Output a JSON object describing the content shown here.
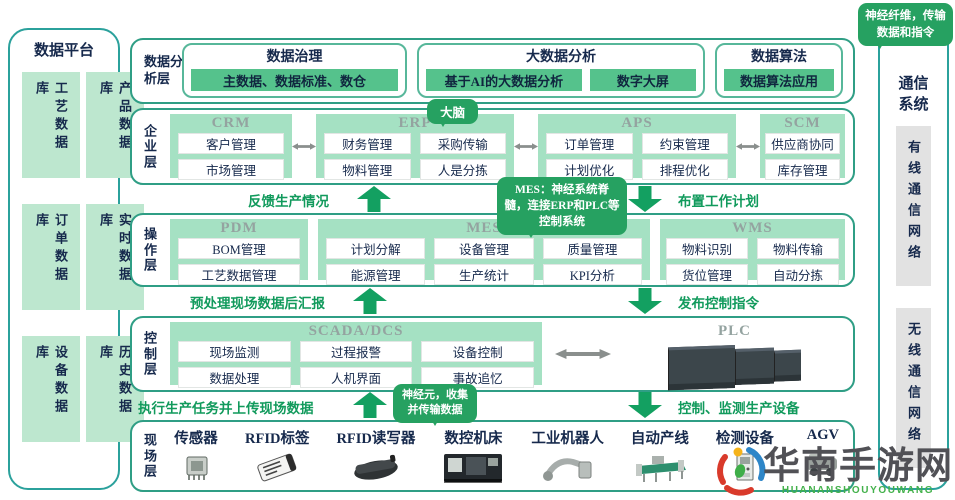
{
  "left_panel": {
    "title": "数据平台",
    "databases": [
      "工艺数据库",
      "产品数据库",
      "订单数据库",
      "实时数据库",
      "设备数据库",
      "历史数据库"
    ]
  },
  "right_panel": {
    "title": "通信系统",
    "networks": [
      "有线通信网络",
      "无线通信网络"
    ]
  },
  "bubbles": {
    "nerve_fiber": "神经纤维，传输数据和指令",
    "brain": "大脑",
    "mes_note": "MES：神经系统脊髓，连接ERP和PLC等控制系统",
    "neuron": "神经元，收集并传输数据"
  },
  "flows": {
    "feedback_up": "反馈生产情况",
    "plan_down": "布置工作计划",
    "report_up": "预处理现场数据后汇报",
    "command_down": "发布控制指令",
    "execute_up": "执行生产任务并上传现场数据",
    "monitor_down": "控制、监测生产设备"
  },
  "layers": {
    "analysis": {
      "label": "数据分析层",
      "groups": [
        {
          "title": "数据治理",
          "chips": [
            "主数据、数据标准、数仓"
          ]
        },
        {
          "title": "大数据分析",
          "chips": [
            "基于AI的大数据分析",
            "数字大屏"
          ]
        },
        {
          "title": "数据算法",
          "chips": [
            "数据算法应用"
          ]
        }
      ]
    },
    "enterprise": {
      "label": "企业层",
      "systems": [
        {
          "title": "CRM",
          "items": [
            "客户管理",
            "市场管理"
          ]
        },
        {
          "title": "ERP",
          "items": [
            "财务管理",
            "采购传输",
            "物料管理",
            "人是分拣"
          ]
        },
        {
          "title": "APS",
          "items": [
            "订单管理",
            "约束管理",
            "计划优化",
            "排程优化"
          ]
        },
        {
          "title": "SCM",
          "items": [
            "供应商协同",
            "库存管理"
          ]
        }
      ]
    },
    "operation": {
      "label": "操作层",
      "systems": [
        {
          "title": "PDM",
          "items": [
            "BOM管理",
            "工艺数据管理"
          ]
        },
        {
          "title": "MES",
          "items": [
            "计划分解",
            "设备管理",
            "质量管理",
            "能源管理",
            "生产统计",
            "KPI分析"
          ]
        },
        {
          "title": "WMS",
          "items": [
            "物料识别",
            "物料传输",
            "货位管理",
            "自动分拣"
          ]
        }
      ]
    },
    "control": {
      "label": "控制层",
      "scada": {
        "title": "SCADA/DCS",
        "items": [
          "现场监测",
          "过程报警",
          "设备控制",
          "数据处理",
          "人机界面",
          "事故追忆"
        ]
      },
      "plc": {
        "title": "PLC"
      }
    },
    "field": {
      "label": "现场层",
      "devices": [
        "传感器",
        "RFID标签",
        "RFID读写器",
        "数控机床",
        "工业机器人",
        "自动产线",
        "检测设备",
        "AGV"
      ]
    }
  },
  "colors": {
    "accent_green": "#119a5c",
    "bubble_green": "#26a161",
    "box_fill": "#a5e1c3",
    "chip_fill": "#55c28c",
    "border_teal": "#2f9e85",
    "gray_box": "#e2e2e2"
  },
  "watermark": {
    "title": "华南手游网",
    "subtitle": "HUANANSHOUYOUWANG"
  }
}
